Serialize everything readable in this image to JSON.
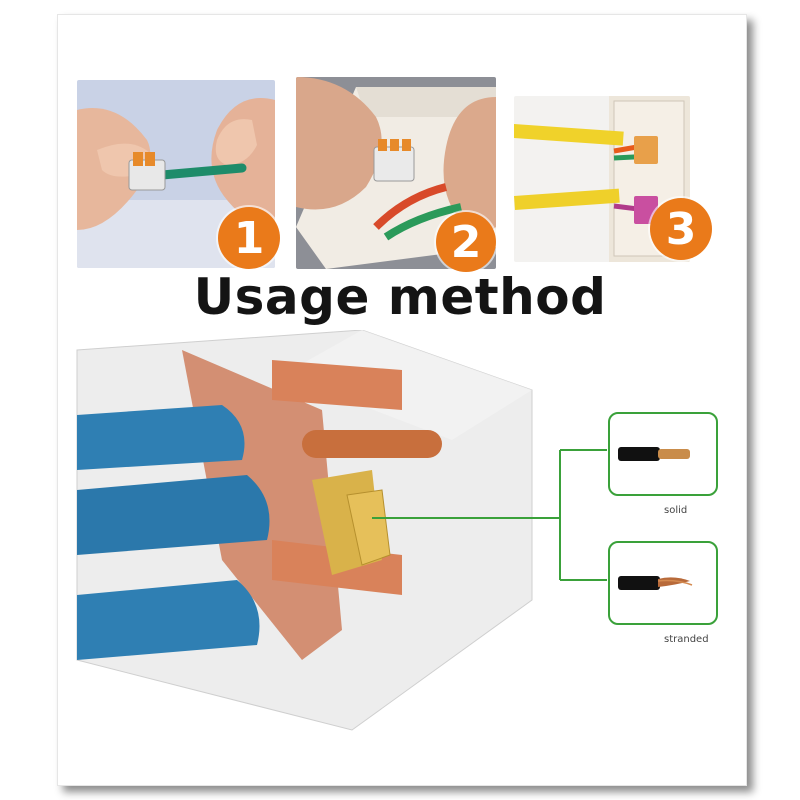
{
  "steps": [
    {
      "number": "1"
    },
    {
      "number": "2"
    },
    {
      "number": "3"
    }
  ],
  "heading": "Usage method",
  "wire_types": {
    "solid": "solid",
    "stranded": "stranded"
  },
  "colors": {
    "badge": "#ea7a1a",
    "connector_outline": "#3aa13a",
    "copper": "#d9825a",
    "insulation_blue": "#2f7fb3"
  },
  "icons": [
    "step-1-badge",
    "step-2-badge",
    "step-3-badge",
    "solid-wire-icon",
    "stranded-wire-icon"
  ]
}
